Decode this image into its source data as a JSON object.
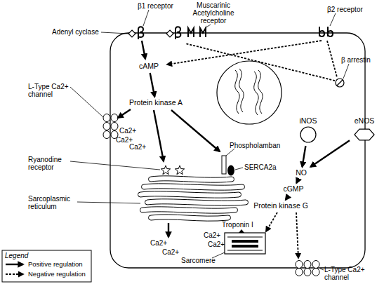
{
  "diagram": {
    "nodes": [
      {
        "text": [
          "cAMP"
        ]
      },
      {
        "text": [
          "Protein kinase A"
        ]
      },
      {
        "text": [
          "iNOS"
        ]
      },
      {
        "text": [
          "eNOS"
        ]
      },
      {
        "text": [
          "NO"
        ]
      },
      {
        "text": [
          "cGMP"
        ]
      },
      {
        "text": [
          "Protein kinase G"
        ]
      }
    ],
    "edges": [
      {
        "from": 0,
        "to": 1,
        "arrow": "to"
      },
      {
        "from": 2,
        "to": 4,
        "arrow": "to"
      },
      {
        "from": 3,
        "to": 4,
        "arrow": "to"
      },
      {
        "from": 4,
        "to": 5,
        "arrow": "to"
      },
      {
        "from": 5,
        "to": 6,
        "arrow": "to"
      }
    ],
    "labels": [
      "Muscarinic Acetylcholine receptor",
      "β1 receptor",
      "β2 receptor",
      "Adenyl cyclase",
      "β arrestin",
      "L-Type Ca2+ channel",
      "Ca2+",
      "Ca2+",
      "Ca2+",
      "Ryanodine receptor",
      "Phospholamban",
      "SERCA2a",
      "Sarcoplasmic reticulum",
      "Ca2+",
      "Ca2+",
      "Troponin I",
      "Ca2+",
      "Ca2+",
      "Sarcomere",
      "L-Type Ca2+ channel",
      "Legend"
    ],
    "legend": [
      {
        "text": "Positive regulation"
      },
      {
        "text": "Negative regulation"
      }
    ]
  }
}
